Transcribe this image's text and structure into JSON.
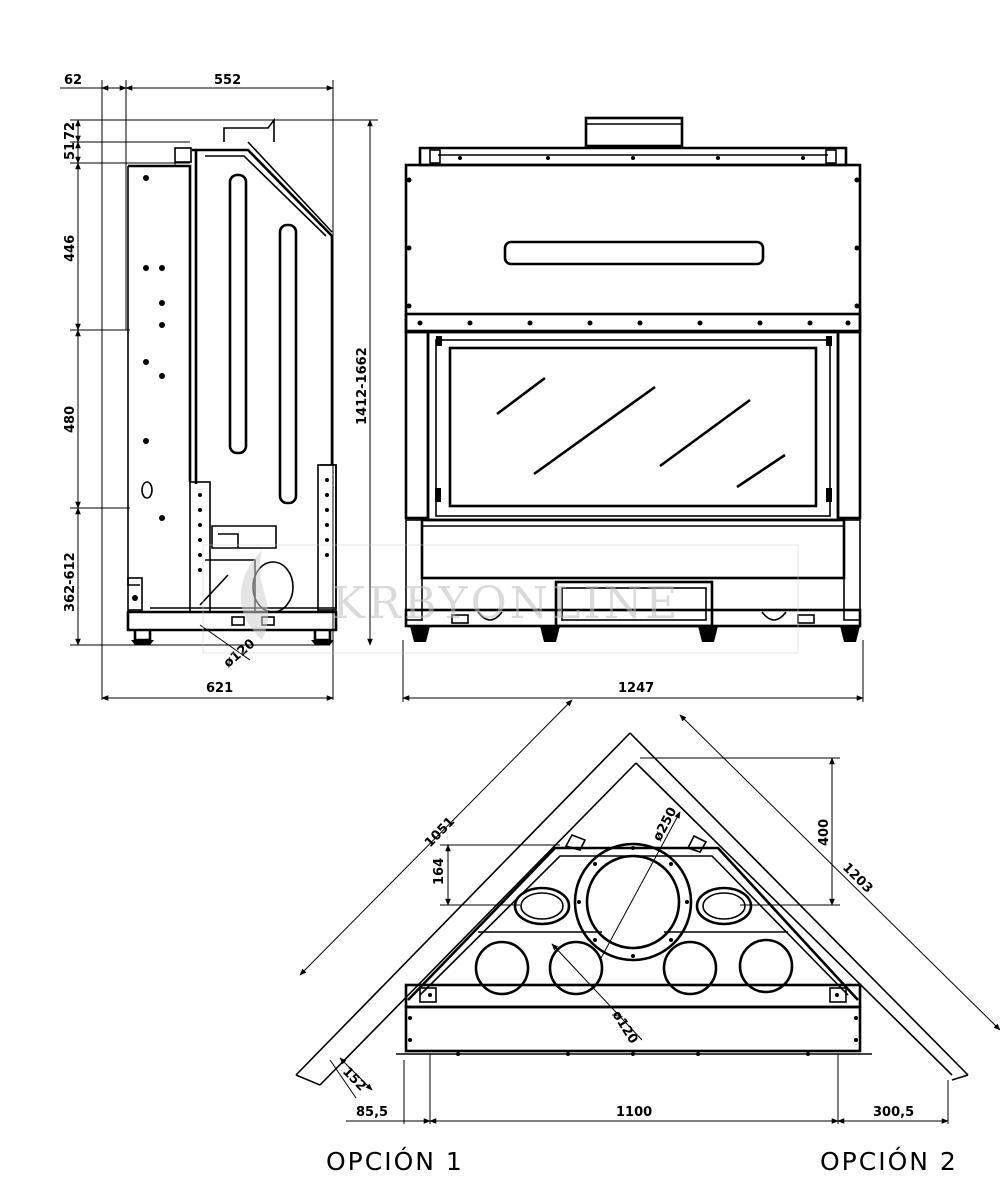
{
  "side_view": {
    "dim_62": "62",
    "dim_552": "552",
    "dim_51": "51",
    "dim_72": "72",
    "dim_446": "446",
    "dim_480": "480",
    "dim_362_612": "362-612",
    "dim_1412_1662": "1412-1662",
    "dim_621": "621",
    "dim_d120": "ø120"
  },
  "front_view": {
    "dim_1247": "1247"
  },
  "top_view": {
    "dim_1051": "1051",
    "dim_400": "400",
    "dim_1203": "1203",
    "dim_164": "164",
    "dim_d250": "ø250",
    "dim_d120": "ø120",
    "dim_152": "152",
    "dim_85_5": "85,5",
    "dim_1100": "1100",
    "dim_300_5": "300,5"
  },
  "captions": {
    "option_1": "OPCIÓN 1",
    "option_2": "OPCIÓN 2"
  },
  "watermark": "KRBYONLINE"
}
